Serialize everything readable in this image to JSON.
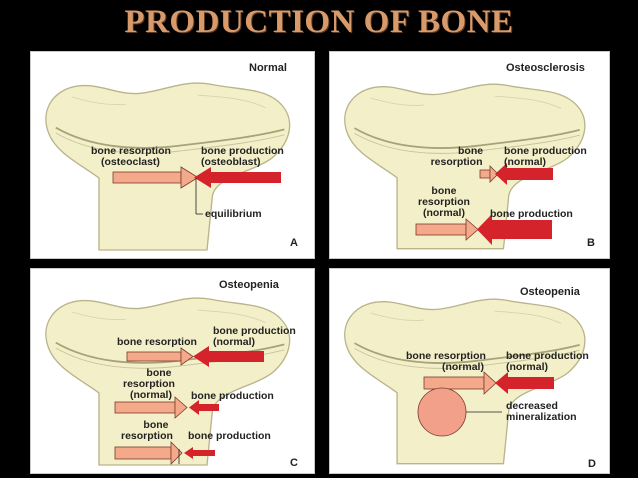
{
  "slide": {
    "title": "PRODUCTION OF BONE"
  },
  "colors": {
    "background": "#000000",
    "title": "#d89a6a",
    "bone": "#f3efc8",
    "resorption_arrow": "#f4a98a",
    "production_arrow": "#d4232b",
    "mineralization_circle": "#f3a08a"
  },
  "panels": {
    "a": {
      "title": "Normal",
      "letter": "A",
      "resorption_label_1": "bone resorption",
      "resorption_label_2": "(osteoclast)",
      "production_label_1": "bone production",
      "production_label_2": "(osteoblast)",
      "equilibrium_label": "equilibrium"
    },
    "b": {
      "title": "Osteosclerosis",
      "letter": "B",
      "resorption_label_1": "bone",
      "resorption_label_2": "resorption",
      "production_label_1": "bone production",
      "production_label_2": "(normal)",
      "resorption2_label_1": "bone",
      "resorption2_label_2": "resorption",
      "resorption2_label_3": "(normal)",
      "production2_label": "bone production"
    },
    "c": {
      "title": "Osteopenia",
      "letter": "C",
      "resorption_label": "bone resorption",
      "production_label_1": "bone production",
      "production_label_2": "(normal)",
      "resorption2_label_1": "bone",
      "resorption2_label_2": "resorption",
      "resorption2_label_3": "(normal)",
      "production2_label": "bone production",
      "resorption3_label_1": "bone",
      "resorption3_label_2": "resorption",
      "production3_label": "bone production"
    },
    "d": {
      "title": "Osteopenia",
      "letter": "D",
      "resorption_label_1": "bone resorption",
      "resorption_label_2": "(normal)",
      "production_label_1": "bone production",
      "production_label_2": "(normal)",
      "mineralization_label_1": "decreased",
      "mineralization_label_2": "mineralization"
    }
  }
}
